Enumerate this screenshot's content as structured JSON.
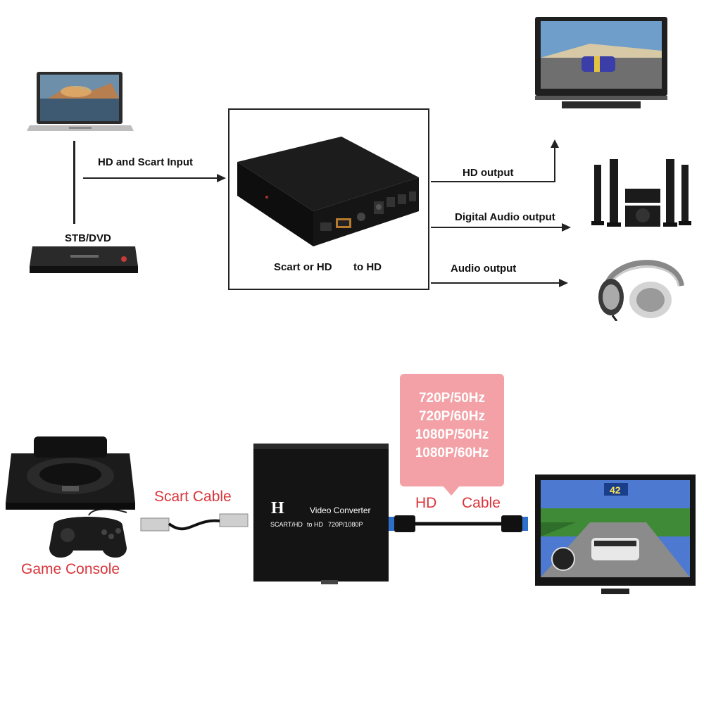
{
  "top_section": {
    "input_label": "HD and Scart Input",
    "source_label": "STB/DVD",
    "device_caption_left": "Scart or HD",
    "device_caption_right": "to HD",
    "outputs": [
      {
        "label": "HD output"
      },
      {
        "label": "Digital Audio output"
      },
      {
        "label": "Audio output"
      }
    ]
  },
  "bottom_section": {
    "cable_left_label": "Scart Cable",
    "source_label": "Game Console",
    "resolutions": [
      "720P/50Hz",
      "720P/60Hz",
      "1080P/50Hz",
      "1080P/60Hz"
    ],
    "cable_right_label_left": "HD",
    "cable_right_label_right": "Cable",
    "converter": {
      "logo": "H",
      "title": "Video Converter",
      "sub_left": "SCART/HD",
      "sub_mid": "to HD",
      "sub_right": "720P/1080P"
    },
    "game_hud_number": "42"
  },
  "colors": {
    "accent_red": "#d9343a",
    "bubble_pink": "#f3a1a6"
  }
}
